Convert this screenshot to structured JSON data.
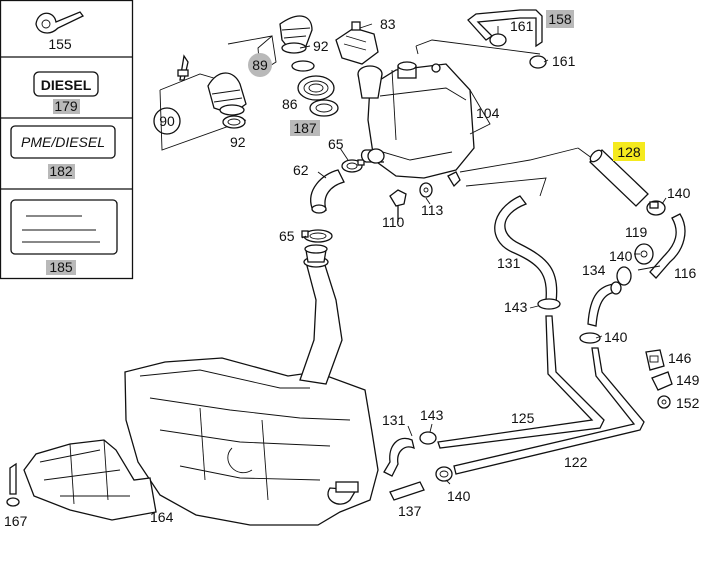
{
  "sidebar": {
    "panels": [
      {
        "id": "155",
        "label": "155",
        "highlight": false
      },
      {
        "id": "179",
        "text": "DIESEL",
        "label": "179",
        "highlight": true
      },
      {
        "id": "182",
        "text": "PME/DIESEL",
        "label": "182",
        "highlight": true
      },
      {
        "id": "185",
        "label": "185",
        "highlight": true
      }
    ]
  },
  "callouts": {
    "c158": "158",
    "c161a": "161",
    "c161b": "161",
    "c83": "83",
    "c92a": "92",
    "c89": "89",
    "c86": "86",
    "c187": "187",
    "c90": "90",
    "c92b": "92",
    "c104": "104",
    "c65a": "65",
    "c62": "62",
    "c110": "110",
    "c113": "113",
    "c128": "128",
    "c140a": "140",
    "c119": "119",
    "c140b": "140",
    "c116": "116",
    "c131a": "131",
    "c134": "134",
    "c65b": "65",
    "c143a": "143",
    "c140c": "140",
    "c146": "146",
    "c149": "149",
    "c152": "152",
    "c131b": "131",
    "c143b": "143",
    "c125": "125",
    "c122": "122",
    "c140d": "140",
    "c137": "137",
    "c164": "164",
    "c167": "167"
  },
  "colors": {
    "highlight_gray": "#b9b9b9",
    "highlight_yellow": "#f5ea1e"
  }
}
